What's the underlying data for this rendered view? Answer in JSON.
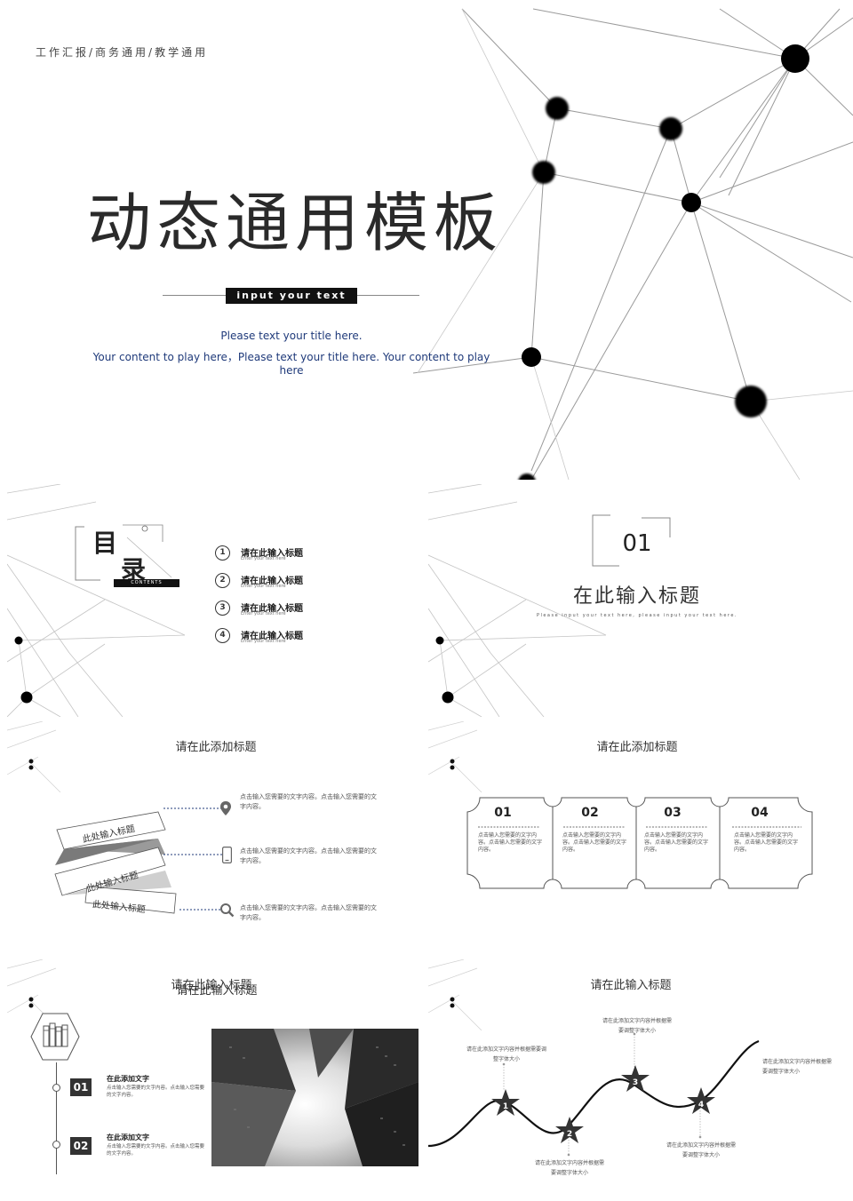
{
  "cover": {
    "tagline": "工作汇报/商务通用/教学通用",
    "title": "动态通用模板",
    "input_bar": "input your text",
    "subtitle_line1": "Please text your title here.",
    "subtitle_line2": "Your content to play here，Please text your title here. Your content to play here"
  },
  "toc": {
    "title_char1": "目",
    "title_char2": "录",
    "contents_label": "CONTENTS",
    "items": [
      {
        "num": "1",
        "label": "请在此输入标题",
        "sub": "Enter your text here"
      },
      {
        "num": "2",
        "label": "请在此输入标题",
        "sub": "Enter your text here"
      },
      {
        "num": "3",
        "label": "请在此输入标题",
        "sub": "Enter your text here"
      },
      {
        "num": "4",
        "label": "请在此输入标题",
        "sub": "Enter your text here"
      }
    ]
  },
  "section": {
    "number": "01",
    "title": "在此输入标题",
    "subtitle": "Please input your text here, please input your text here."
  },
  "slide3": {
    "title": "请在此添加标题",
    "ribbons": [
      "此处输入标题",
      "此处输入标题",
      "此处输入标题"
    ],
    "items": [
      {
        "icon": "location-pin-icon",
        "text": "点击输入您需要的文字内容。点击输入您需要的文字内容。"
      },
      {
        "icon": "phone-icon",
        "text": "点击输入您需要的文字内容。点击输入您需要的文字内容。"
      },
      {
        "icon": "search-icon",
        "text": "点击输入您需要的文字内容。点击输入您需要的文字内容。"
      }
    ]
  },
  "slide4": {
    "title": "请在此添加标题",
    "cards": [
      {
        "num": "01",
        "text": "点击输入您需要的文字内容。点击输入您需要的文字内容。"
      },
      {
        "num": "02",
        "text": "点击输入您需要的文字内容。点击输入您需要的文字内容。"
      },
      {
        "num": "03",
        "text": "点击输入您需要的文字内容。点击输入您需要的文字内容。"
      },
      {
        "num": "04",
        "text": "点击输入您需要的文字内容。点击输入您需要的文字内容。"
      }
    ]
  },
  "slide5": {
    "title": "请在此输入标题",
    "items": [
      {
        "num": "01",
        "heading": "在此添加文字",
        "text": "点击输入您需要的文字内容。点击输入您需要的文字内容。"
      },
      {
        "num": "02",
        "heading": "在此添加文字",
        "text": "点击输入您需要的文字内容。点击输入您需要的文字内容。"
      }
    ]
  },
  "slide6": {
    "title": "请在此输入标题",
    "stars": [
      "1",
      "2",
      "3",
      "4"
    ],
    "notes": [
      "请在此添加文字内容并根据需要调整字体大小",
      "请在此添加文字内容并根据需要调整字体大小",
      "请在此添加文字内容并根据需要调整字体大小",
      "请在此添加文字内容并根据需要调整字体大小",
      "请在此添加文字内容并根据需要调整字体大小"
    ]
  },
  "colors": {
    "dark": "#111111",
    "text_blue": "#1f3a7a",
    "grey_line": "#999999"
  }
}
